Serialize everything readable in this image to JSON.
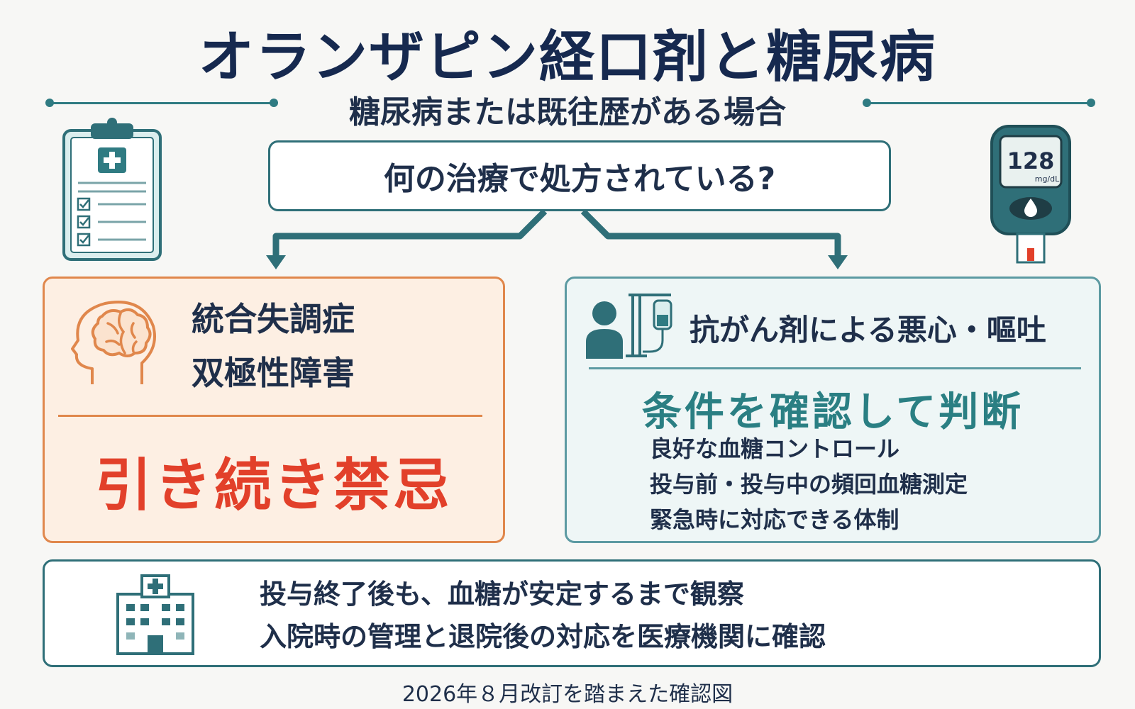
{
  "header": {
    "title": "オランザピン経口剤と糖尿病",
    "subtitle": "糖尿病または既往歴がある場合"
  },
  "question": {
    "text": "何の治療で処方されている?"
  },
  "left_card": {
    "conditions": [
      "統合失調症",
      "双極性障害"
    ],
    "verdict": "引き続き禁忌"
  },
  "right_card": {
    "heading": "抗がん剤による悪心・嘔吐",
    "verdict": "条件を確認して判断",
    "conditions": [
      "良好な血糖コントロール",
      "投与前・投与中の頻回血糖測定",
      "緊急時に対応できる体制"
    ]
  },
  "meter": {
    "reading": "128",
    "unit": "mg/dL"
  },
  "bottom": {
    "lines": [
      "投与終了後も、血糖が安定するまで観察",
      "入院時の管理と退院後の対応を医療機関に確認"
    ]
  },
  "footer": {
    "text": "2026年８月改訂を踏まえた確認図"
  },
  "colors": {
    "navy": "#16294f",
    "teal": "#2f7b82",
    "orange_border": "#e0874c",
    "orange_fill": "#fdefe3",
    "red": "#e2402a",
    "teal_text": "#2a7f83"
  },
  "icons": [
    "clipboard-icon",
    "glucose-meter-icon",
    "brain-head-icon",
    "patient-iv-icon",
    "hospital-icon"
  ]
}
